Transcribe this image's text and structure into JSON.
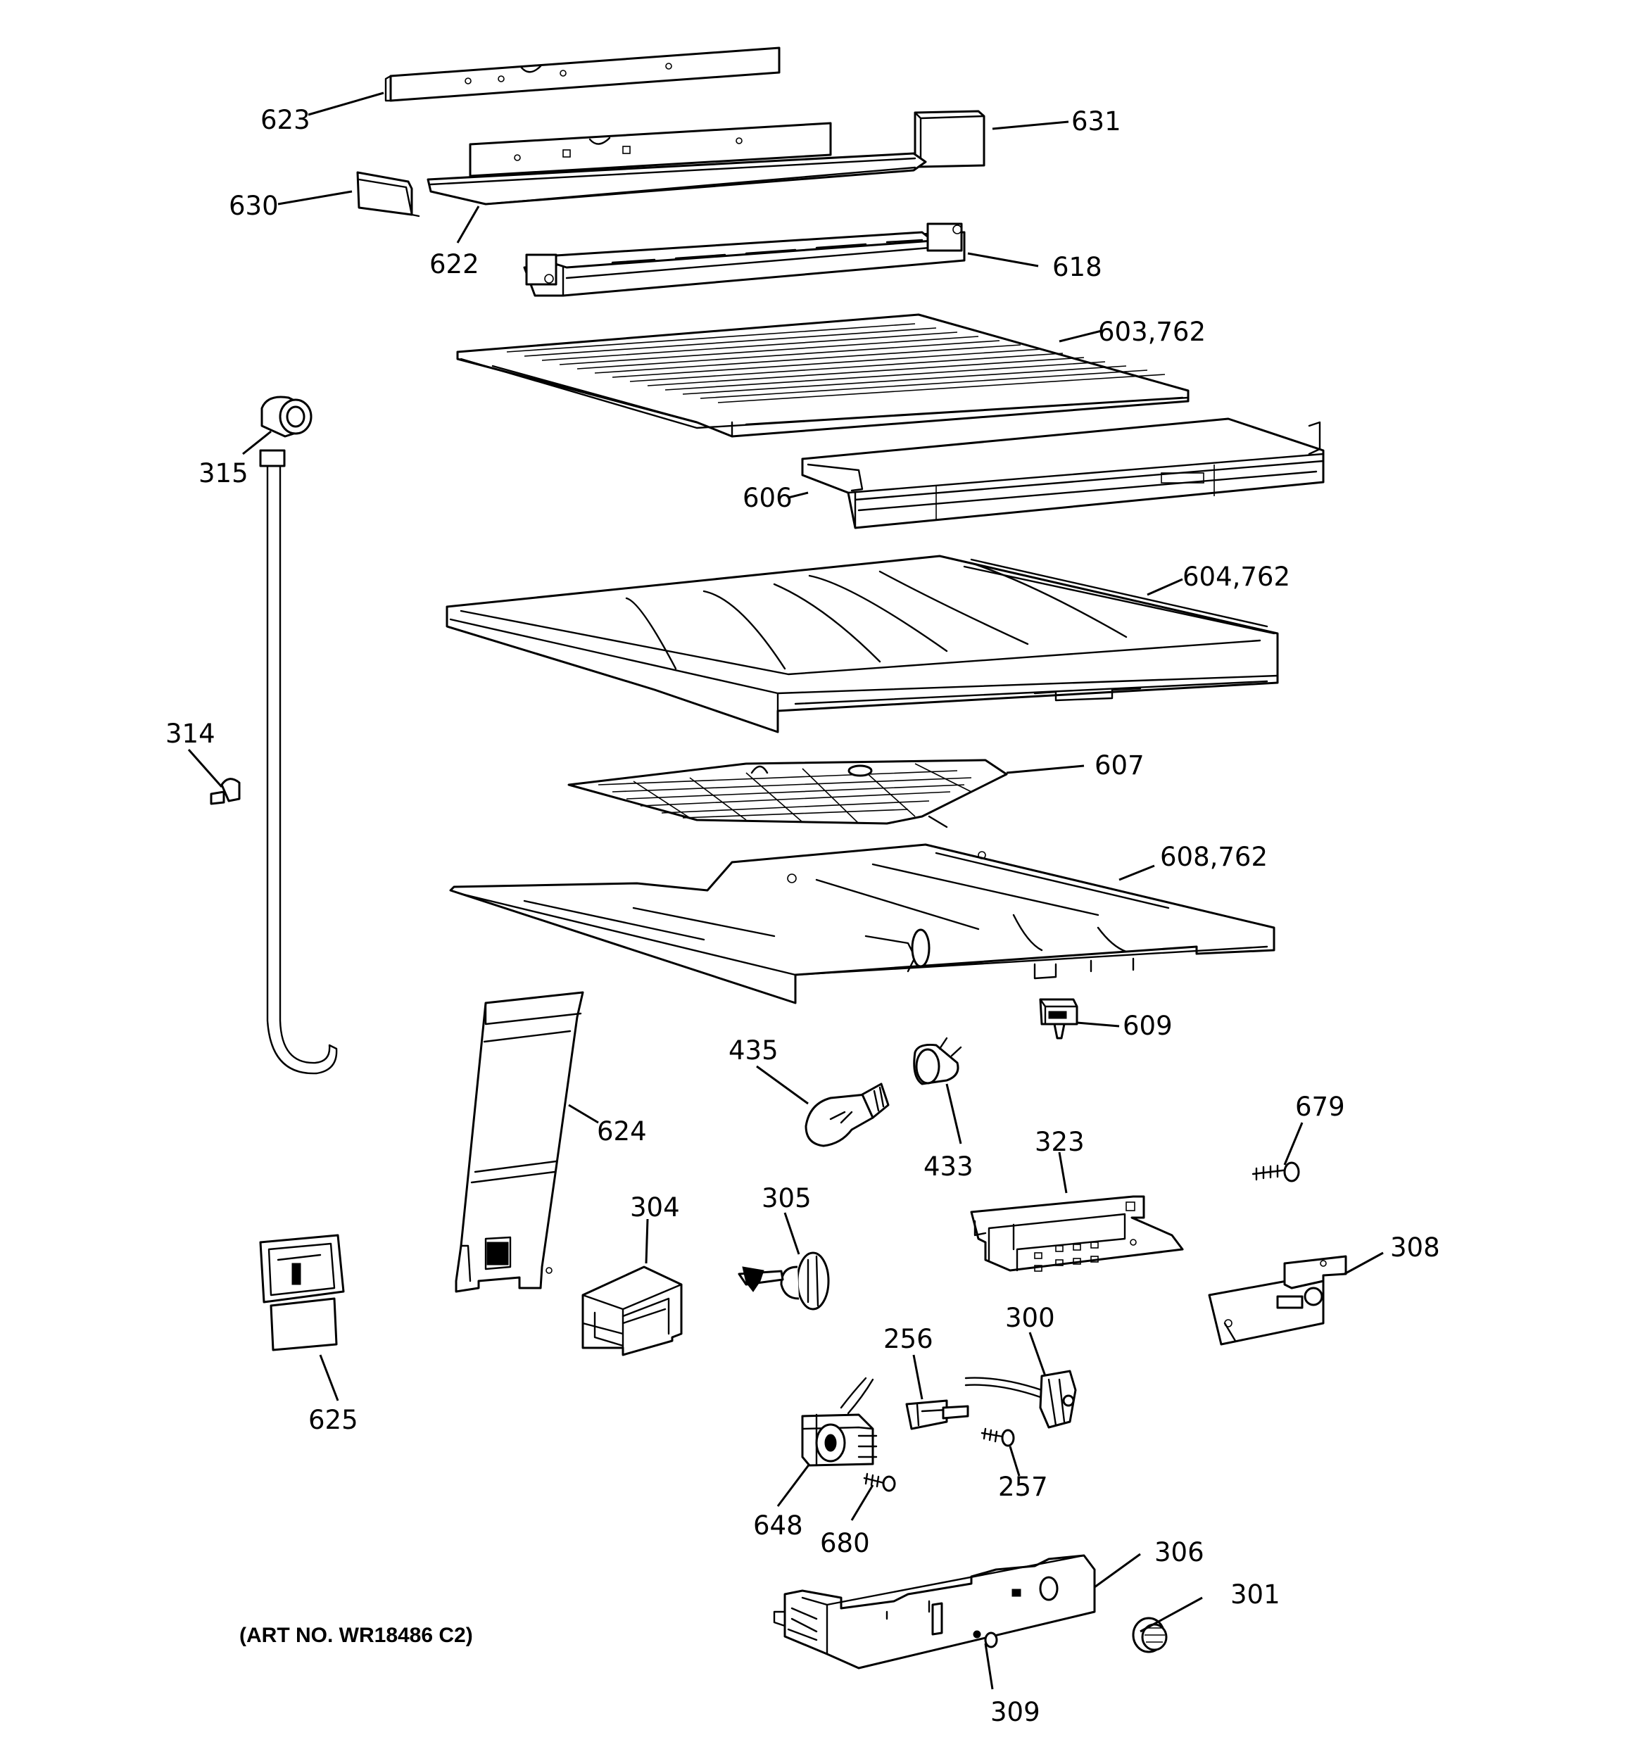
{
  "diagram": {
    "art_number": "(ART NO. WR18486 C2)",
    "callouts": {
      "p623": "623",
      "p631": "631",
      "p630": "630",
      "p622": "622",
      "p618": "618",
      "p603": "603,762",
      "p315": "315",
      "p606": "606",
      "p604": "604,762",
      "p314": "314",
      "p607": "607",
      "p608": "608,762",
      "p609": "609",
      "p435": "435",
      "p433": "433",
      "p624": "624",
      "p679": "679",
      "p323": "323",
      "p304": "304",
      "p305": "305",
      "p308": "308",
      "p625": "625",
      "p256": "256",
      "p300": "300",
      "p257": "257",
      "p648": "648",
      "p680": "680",
      "p306": "306",
      "p301": "301",
      "p309": "309"
    }
  }
}
